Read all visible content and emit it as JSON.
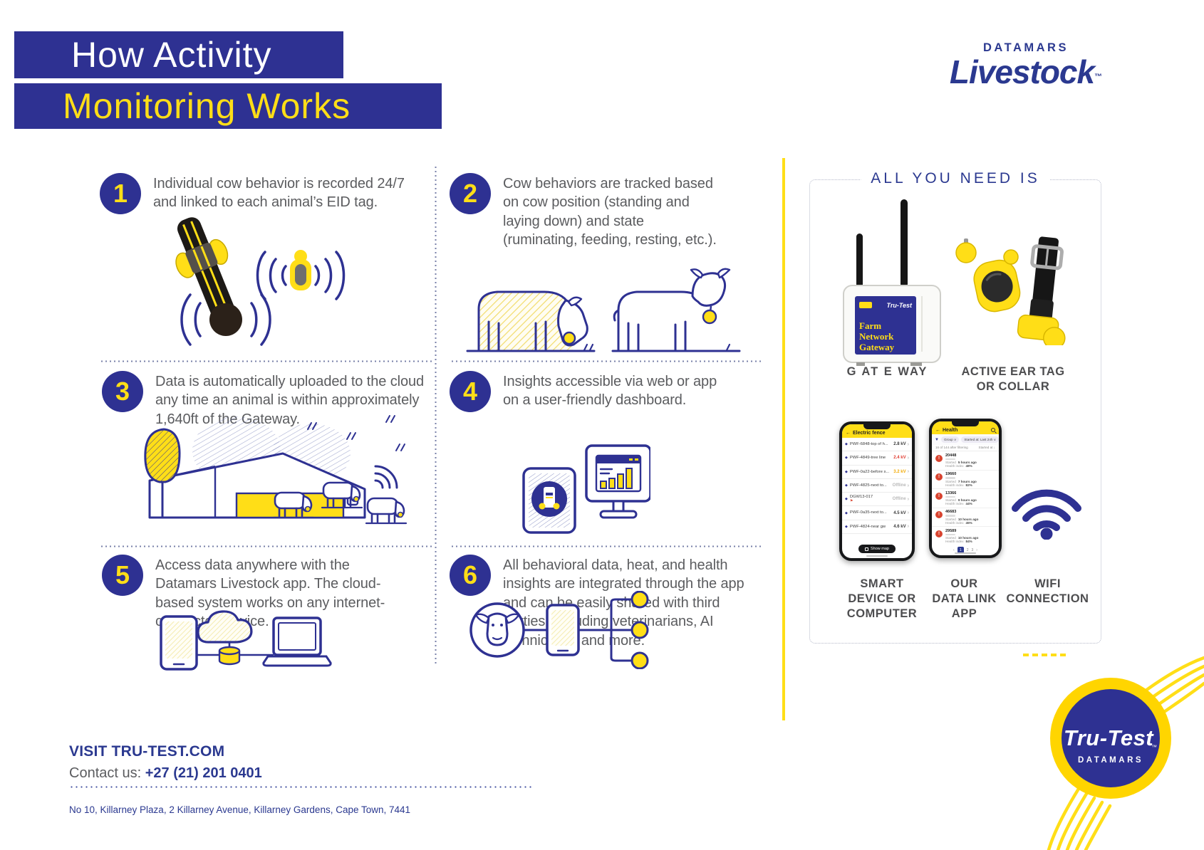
{
  "header": {
    "title_line1": "How Activity",
    "title_line2": "Monitoring Works",
    "brand_top": "DATAMARS",
    "brand_name": "Livestock",
    "brand_tm": "™"
  },
  "steps": [
    {
      "num": "1",
      "text": "Individual cow behavior is recorded 24/7 and linked to each animal’s EID tag."
    },
    {
      "num": "2",
      "text": "Cow behaviors are tracked based on cow position (standing and laying down) and state (ruminating, feeding, resting, etc.)."
    },
    {
      "num": "3",
      "text": "Data is automatically uploaded to the cloud any time an animal is within approximately 1,640ft of the Gateway."
    },
    {
      "num": "4",
      "text": "Insights accessible via web or app on a user-friendly dashboard."
    },
    {
      "num": "5",
      "text": "Access data anywhere with the Datamars Livestock app. The cloud-based system works on any internet-connected device."
    },
    {
      "num": "6",
      "text": "All behavioral data, heat, and health insights are integrated through the app and can be easily shared with third parties, including veterinarians, AI technicians, and more."
    }
  ],
  "panel": {
    "title": "ALL YOU NEED IS",
    "gateway": {
      "brand": "Tru-Test",
      "line1": "Farm",
      "line2": "Network",
      "line3": "Gateway",
      "label": "G AT E WAY"
    },
    "eartag_label": "ACTIVE EAR TAG\nOR COLLAR",
    "smart_label": "SMART\nDEVICE OR\nCOMPUTER",
    "datalink_label": "OUR\nDATA LINK\nAPP",
    "wifi_label": "WIFI\nCONNECTION",
    "phone1": {
      "title": "Electric fence",
      "rows": [
        {
          "name": "PWF-6848-top of h...",
          "value": "2.8 kV",
          "tone": "ok"
        },
        {
          "name": "PWF-4849-tree line",
          "value": "2.4 kV",
          "tone": "alert"
        },
        {
          "name": "PWF-0a22-before s...",
          "value": "3.2 kV",
          "tone": "warn"
        },
        {
          "name": "PWF-4825-next to...",
          "value": "Offline",
          "tone": "offline"
        },
        {
          "name": "DGW13-017",
          "value": "Offline",
          "tone": "offline",
          "flag": "⚑"
        },
        {
          "name": "PWF-0a35-next to...",
          "value": "4.5 kV",
          "tone": "ok"
        },
        {
          "name": "PWF-4824-near gw",
          "value": "4.6 kV",
          "tone": "ok"
        }
      ],
      "button": "Show map"
    },
    "phone2": {
      "title": "Health",
      "filter1": "Group ∨",
      "filter2": "Started at: Last 24h ∨",
      "subleft": "16 of 144 after filtering",
      "subright": "Started at ↓",
      "rows": [
        {
          "id": "20448",
          "started": "5 hours ago",
          "health": "48%"
        },
        {
          "id": "19660",
          "started": "7 hours ago",
          "health": "82%"
        },
        {
          "id": "13366",
          "started": "9 hours ago",
          "health": "44%"
        },
        {
          "id": "46683",
          "started": "10 hours ago",
          "health": "45%"
        },
        {
          "id": "29589",
          "started": "10 hours ago",
          "health": "84%"
        }
      ],
      "row_labels": {
        "started": "Started",
        "health": "Health index"
      },
      "pagination": [
        "‹",
        "1",
        "2",
        "3",
        "›"
      ]
    }
  },
  "footer": {
    "visit": "VISIT TRU-TEST.COM",
    "contact_label": "Contact us: ",
    "phone": "+27 (21) 201 0401",
    "address": "No 10, Killarney Plaza, 2 Killarney Avenue, Killarney Gardens, Cape Town, 7441"
  },
  "logo_bottom": {
    "name": "Tru-Test",
    "tm": "™",
    "sub": "DATAMARS"
  },
  "colors": {
    "blue": "#2E3192",
    "yellow": "#FFDE17",
    "navy": "#2B3990",
    "body_gray": "#5B5C5F",
    "label_gray": "#4D4D4F",
    "alert_red": "#E03C31",
    "warn_orange": "#F2A900"
  },
  "icons": {
    "back_arrow": "←",
    "chevron_right": "›",
    "pin": "◆",
    "alert": "!",
    "funnel": "▼",
    "sort_down": "↓"
  }
}
